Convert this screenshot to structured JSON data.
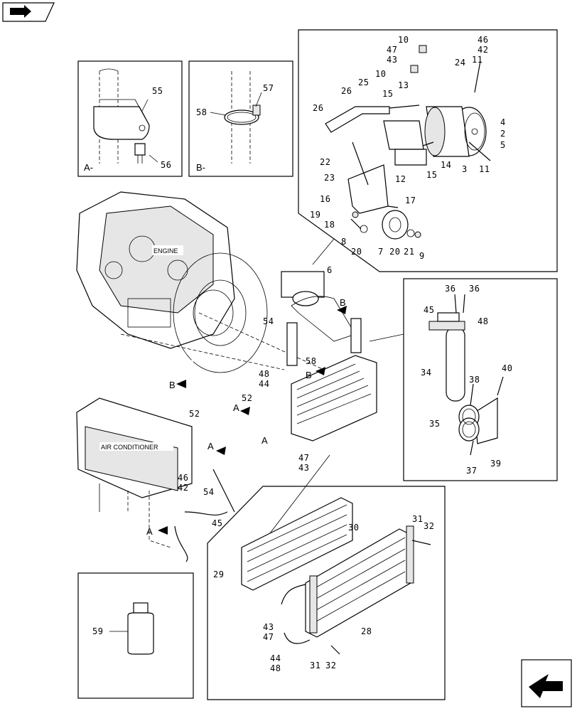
{
  "labels": {
    "engine": "ENGINE",
    "air_conditioner": "AIR CONDITIONER",
    "detail_a": "A-",
    "detail_b": "B-",
    "arrow_a": "A",
    "arrow_b": "B"
  },
  "callouts": {
    "c55": "55",
    "c56": "56",
    "c57": "57",
    "c58": "58",
    "c10a": "10",
    "c46a": "46",
    "c47a": "47",
    "c42a": "42",
    "c43a": "43",
    "c10b": "10",
    "c24": "24",
    "c11a": "11",
    "c25": "25",
    "c26a": "26",
    "c15a": "15",
    "c13": "13",
    "c26b": "26",
    "c4": "4",
    "c2": "2",
    "c5": "5",
    "c22": "22",
    "c14": "14",
    "c23": "23",
    "c15b": "15",
    "c12": "12",
    "c3": "3",
    "c11b": "11",
    "c16": "16",
    "c17": "17",
    "c19": "19",
    "c18": "18",
    "c8": "8",
    "c20a": "20",
    "c7": "7",
    "c20b": "20",
    "c21": "21",
    "c9": "9",
    "c6": "6",
    "c54a": "54",
    "c58b": "58",
    "c48a": "48",
    "c44a": "44",
    "c52a": "52",
    "c52b": "52",
    "c47b": "47",
    "c43b": "43",
    "c46b": "46",
    "c42b": "42",
    "c54b": "54",
    "c45a": "45",
    "c36a": "36",
    "c36b": "36",
    "c45b": "45",
    "c48b": "48",
    "c34": "34",
    "c38": "38",
    "c40": "40",
    "c35": "35",
    "c37": "37",
    "c39": "39",
    "c30": "30",
    "c31a": "31",
    "c32a": "32",
    "c29": "29",
    "c28": "28",
    "c43c": "43",
    "c47c": "47",
    "c44b": "44",
    "c48c": "48",
    "c31b": "31",
    "c32b": "32",
    "c59": "59"
  }
}
